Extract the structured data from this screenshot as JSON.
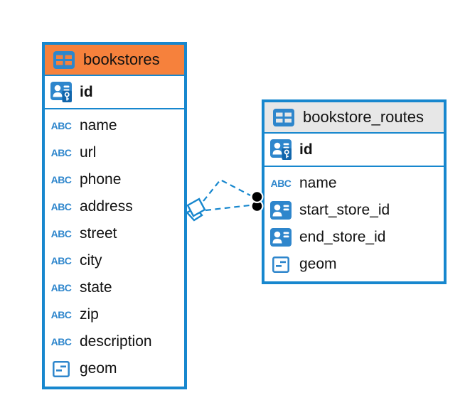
{
  "colors": {
    "table_border": "#1787CE",
    "selected_header_bg": "#F6813C",
    "default_header_bg": "#E7E7E7",
    "icon_blue": "#2E86CC",
    "key_badge_bg": "#1166AC",
    "relationship_line": "#1787CE",
    "endpoint_dot": "#000000",
    "canvas_bg": "#FFFFFF"
  },
  "icon_glyphs": {
    "text_type": "ABC"
  },
  "tables": [
    {
      "name": "bookstores",
      "header_style": "selected",
      "header_color": "#F6813C",
      "primary_key": {
        "name": "id",
        "type_icon": "primary-key"
      },
      "columns": [
        {
          "name": "name",
          "type_icon": "text"
        },
        {
          "name": "url",
          "type_icon": "text"
        },
        {
          "name": "phone",
          "type_icon": "text"
        },
        {
          "name": "address",
          "type_icon": "text"
        },
        {
          "name": "street",
          "type_icon": "text"
        },
        {
          "name": "city",
          "type_icon": "text"
        },
        {
          "name": "state",
          "type_icon": "text"
        },
        {
          "name": "zip",
          "type_icon": "text"
        },
        {
          "name": "description",
          "type_icon": "text"
        },
        {
          "name": "geom",
          "type_icon": "geometry"
        }
      ]
    },
    {
      "name": "bookstore_routes",
      "header_style": "default",
      "header_color": "#E7E7E7",
      "primary_key": {
        "name": "id",
        "type_icon": "primary-key"
      },
      "columns": [
        {
          "name": "name",
          "type_icon": "text"
        },
        {
          "name": "start_store_id",
          "type_icon": "reference"
        },
        {
          "name": "end_store_id",
          "type_icon": "reference"
        },
        {
          "name": "geom",
          "type_icon": "geometry"
        }
      ]
    }
  ],
  "relationships": [
    {
      "from_table": "bookstores",
      "to_table": "bookstore_routes",
      "to_column": "start_store_id",
      "line_style": "dashed"
    },
    {
      "from_table": "bookstores",
      "to_table": "bookstore_routes",
      "to_column": "end_store_id",
      "line_style": "dashed"
    }
  ]
}
